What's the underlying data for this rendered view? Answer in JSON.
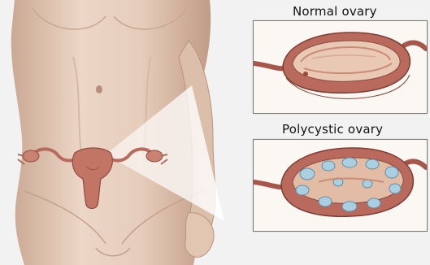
{
  "labels": {
    "normal": "Normal ovary",
    "polycystic": "Polycystic ovary"
  },
  "illustration": {
    "subject": "female torso with uterus",
    "skin_color": "#e4c9b4",
    "organ_color": "#b86a5c",
    "cyst_color": "#9cc4d8"
  }
}
